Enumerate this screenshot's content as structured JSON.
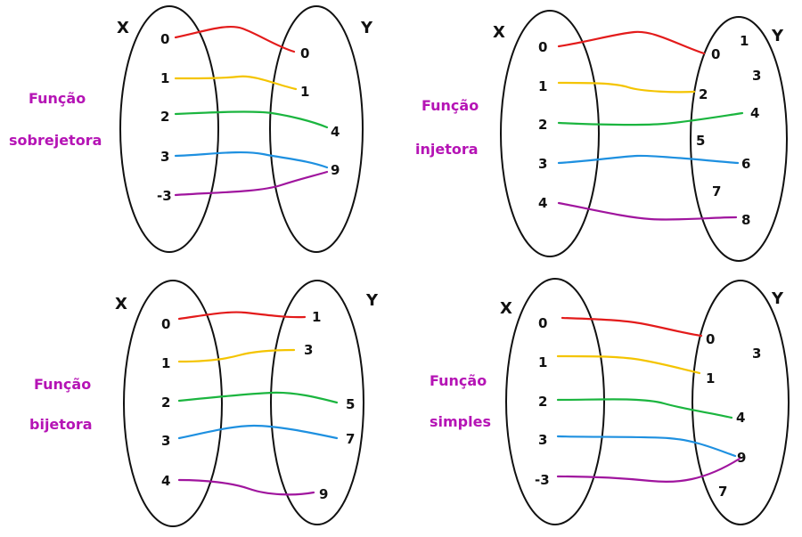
{
  "colors": {
    "red": "#e31b1b",
    "yellow": "#f4c400",
    "green": "#1bb53f",
    "blue": "#1e90e0",
    "purple": "#a0159e",
    "title": "#b514b5",
    "ink": "#111111"
  },
  "diagrams": [
    {
      "key": "sobrejetora",
      "set_x_label": "X",
      "set_y_label": "Y",
      "title_line1": "Função",
      "title_line2": "sobrejetora",
      "x_values": [
        "0",
        "1",
        "2",
        "3",
        "-3"
      ],
      "y_values": [
        "0",
        "1",
        "4",
        "9"
      ],
      "mappings": [
        {
          "from": "0",
          "to": "0",
          "color": "red"
        },
        {
          "from": "1",
          "to": "1",
          "color": "yellow"
        },
        {
          "from": "2",
          "to": "4",
          "color": "green"
        },
        {
          "from": "3",
          "to": "9",
          "color": "blue"
        },
        {
          "from": "-3",
          "to": "9",
          "color": "purple"
        }
      ]
    },
    {
      "key": "injetora",
      "set_x_label": "X",
      "set_y_label": "Y",
      "title_line1": "Função",
      "title_line2": "injetora",
      "x_values": [
        "0",
        "1",
        "2",
        "3",
        "4"
      ],
      "y_values": [
        "0",
        "1",
        "3",
        "2",
        "4",
        "5",
        "6",
        "7",
        "8"
      ],
      "mappings": [
        {
          "from": "0",
          "to": "0",
          "color": "red"
        },
        {
          "from": "1",
          "to": "2",
          "color": "yellow"
        },
        {
          "from": "2",
          "to": "4",
          "color": "green"
        },
        {
          "from": "3",
          "to": "6",
          "color": "blue"
        },
        {
          "from": "4",
          "to": "8",
          "color": "purple"
        }
      ]
    },
    {
      "key": "bijetora",
      "set_x_label": "X",
      "set_y_label": "Y",
      "title_line1": "Função",
      "title_line2": "bijetora",
      "x_values": [
        "0",
        "1",
        "2",
        "3",
        "4"
      ],
      "y_values": [
        "1",
        "3",
        "5",
        "7",
        "9"
      ],
      "mappings": [
        {
          "from": "0",
          "to": "1",
          "color": "red"
        },
        {
          "from": "1",
          "to": "3",
          "color": "yellow"
        },
        {
          "from": "2",
          "to": "5",
          "color": "green"
        },
        {
          "from": "3",
          "to": "7",
          "color": "blue"
        },
        {
          "from": "4",
          "to": "9",
          "color": "purple"
        }
      ]
    },
    {
      "key": "simples",
      "set_x_label": "X",
      "set_y_label": "Y",
      "title_line1": "Função",
      "title_line2": "simples",
      "x_values": [
        "0",
        "1",
        "2",
        "3",
        "-3"
      ],
      "y_values": [
        "0",
        "3",
        "1",
        "4",
        "9",
        "7"
      ],
      "mappings": [
        {
          "from": "0",
          "to": "0",
          "color": "red"
        },
        {
          "from": "1",
          "to": "1",
          "color": "yellow"
        },
        {
          "from": "2",
          "to": "4",
          "color": "green"
        },
        {
          "from": "3",
          "to": "9",
          "color": "blue"
        },
        {
          "from": "-3",
          "to": "9",
          "color": "purple"
        }
      ]
    }
  ]
}
